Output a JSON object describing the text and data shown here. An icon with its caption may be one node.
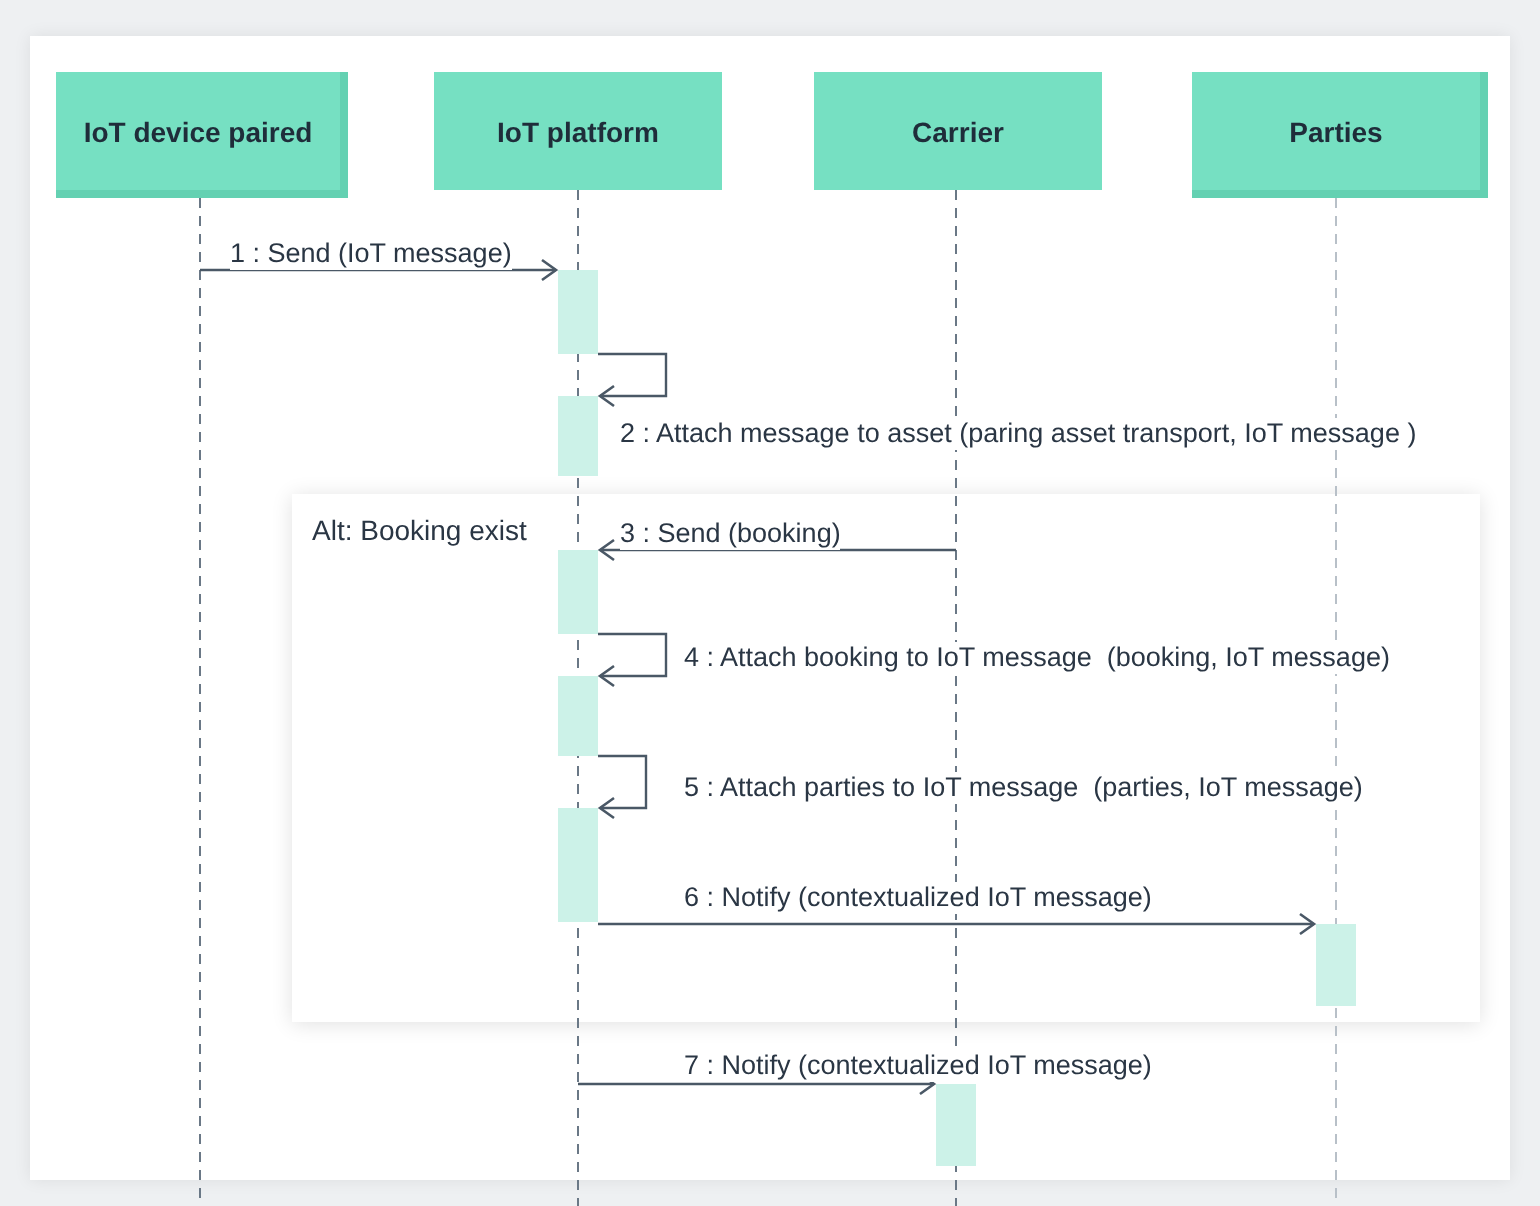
{
  "diagram": {
    "nodes": [
      {
        "text": [
          "IoT device paired"
        ]
      },
      {
        "text": [
          "IoT platform"
        ]
      },
      {
        "text": [
          "Carrier"
        ]
      },
      {
        "text": [
          "Parties"
        ]
      },
      {
        "text": [],
        "shape": "line"
      },
      {
        "text": [],
        "shape": "line"
      },
      {
        "text": [],
        "shape": "line"
      },
      {
        "text": [],
        "shape": "line"
      },
      {
        "text": [
          "Alt: Booking exist"
        ]
      },
      {
        "text": [],
        "shape": "bar"
      },
      {
        "text": [],
        "shape": "bar"
      },
      {
        "text": [],
        "shape": "bar",
        "in": 8
      },
      {
        "text": [],
        "shape": "bar",
        "in": 8
      },
      {
        "text": [],
        "shape": "bar",
        "in": 8
      },
      {
        "text": [],
        "shape": "bar",
        "in": 8
      },
      {
        "text": [],
        "shape": "bar"
      }
    ],
    "edges": [
      {
        "from": 4,
        "to": 9,
        "arrow": "to",
        "label": "1 : Send (IoT message)"
      },
      {
        "from": 9,
        "to": 10,
        "arrow": "to",
        "label": "2 : Attach message to asset (paring asset transport, IoT message )"
      },
      {
        "from": 6,
        "to": 11,
        "arrow": "to",
        "label": "3 : Send (booking)"
      },
      {
        "from": 11,
        "to": 12,
        "arrow": "to",
        "label": "4 : Attach booking to IoT message  (booking, IoT message)"
      },
      {
        "from": 12,
        "to": 13,
        "arrow": "to",
        "label": "5 : Attach parties to IoT message  (parties, IoT message)"
      },
      {
        "from": 13,
        "to": 14,
        "arrow": "to",
        "label": "6 : Notify (contextualized IoT message)"
      },
      {
        "from": 5,
        "to": 15,
        "arrow": "to",
        "label": "7 : Notify (contextualized IoT message)"
      }
    ]
  }
}
